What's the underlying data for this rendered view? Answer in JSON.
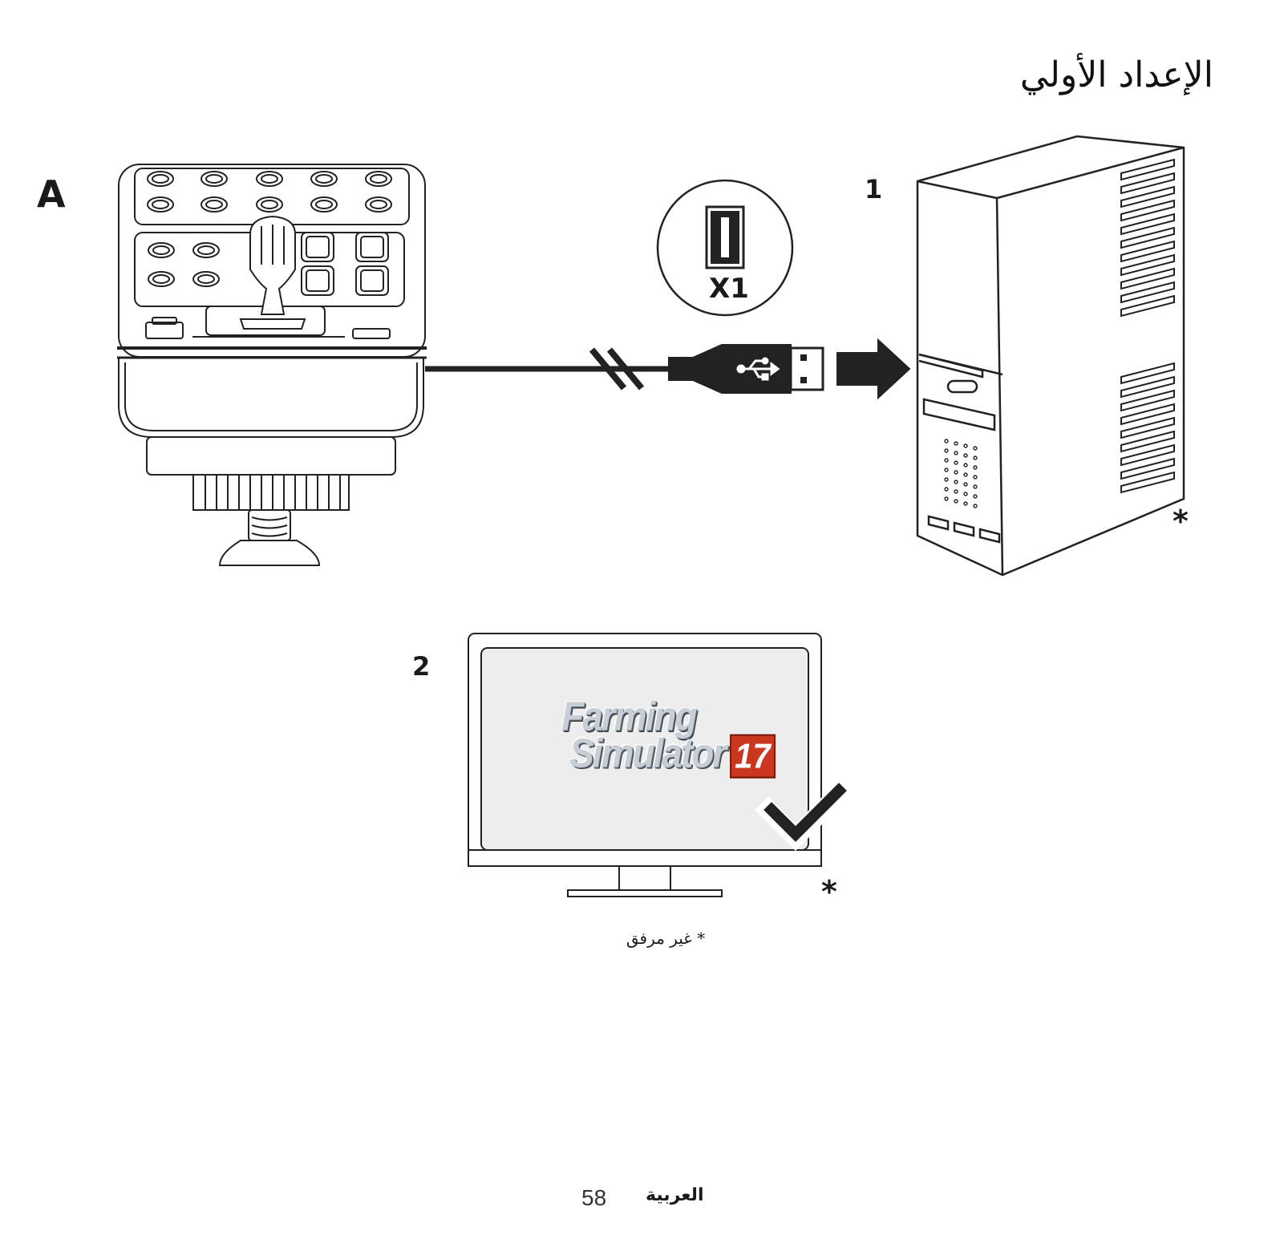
{
  "page": {
    "title": "الإعداد الأولي",
    "footnote": "* غير مرفق",
    "page_number": "58",
    "language": "العربية"
  },
  "figure": {
    "panel_label": "A",
    "step_1": "1",
    "step_2": "2",
    "usb_quantity": "X1",
    "not_included_mark": "*",
    "screen_logo_line1": "Farming",
    "screen_logo_line2": "Simulator",
    "screen_logo_number": "17"
  }
}
